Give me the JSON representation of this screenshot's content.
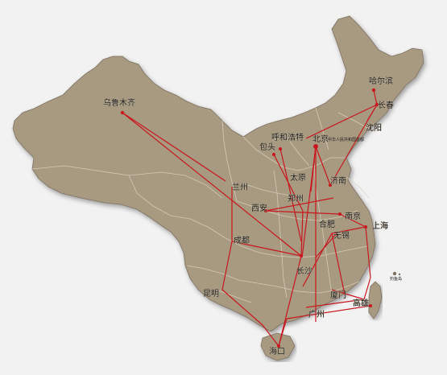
{
  "colors": {
    "land": "#a89a80",
    "land_edge": "#7d7060",
    "province_line": "#d9d0c0",
    "route": "#c8171e",
    "city_dot": "#c8171e",
    "background": "#f2f2f2"
  },
  "cities": {
    "urumqi": "乌鲁木齐",
    "harbin": "哈尔滨",
    "changchun": "长春",
    "shenyang": "沈阳",
    "hohhot": "呼和浩特",
    "baotou": "包头",
    "beijing": "北京",
    "taiyuan": "太原",
    "jinan": "济南",
    "lanzhou": "兰州",
    "zhengzhou": "郑州",
    "xian": "西安",
    "hefei": "合肥",
    "nanjing": "南京",
    "shanghai": "上海",
    "wuxi": "无锡",
    "chengdu": "成都",
    "changsha": "长沙",
    "kunming": "昆明",
    "xiamen": "厦门",
    "guangzhou": "广州",
    "kaohsiung": "高雄",
    "haikou": "海口",
    "diaoyu": "钓鱼岛"
  },
  "beijing_note": "中华人民共和国首都"
}
